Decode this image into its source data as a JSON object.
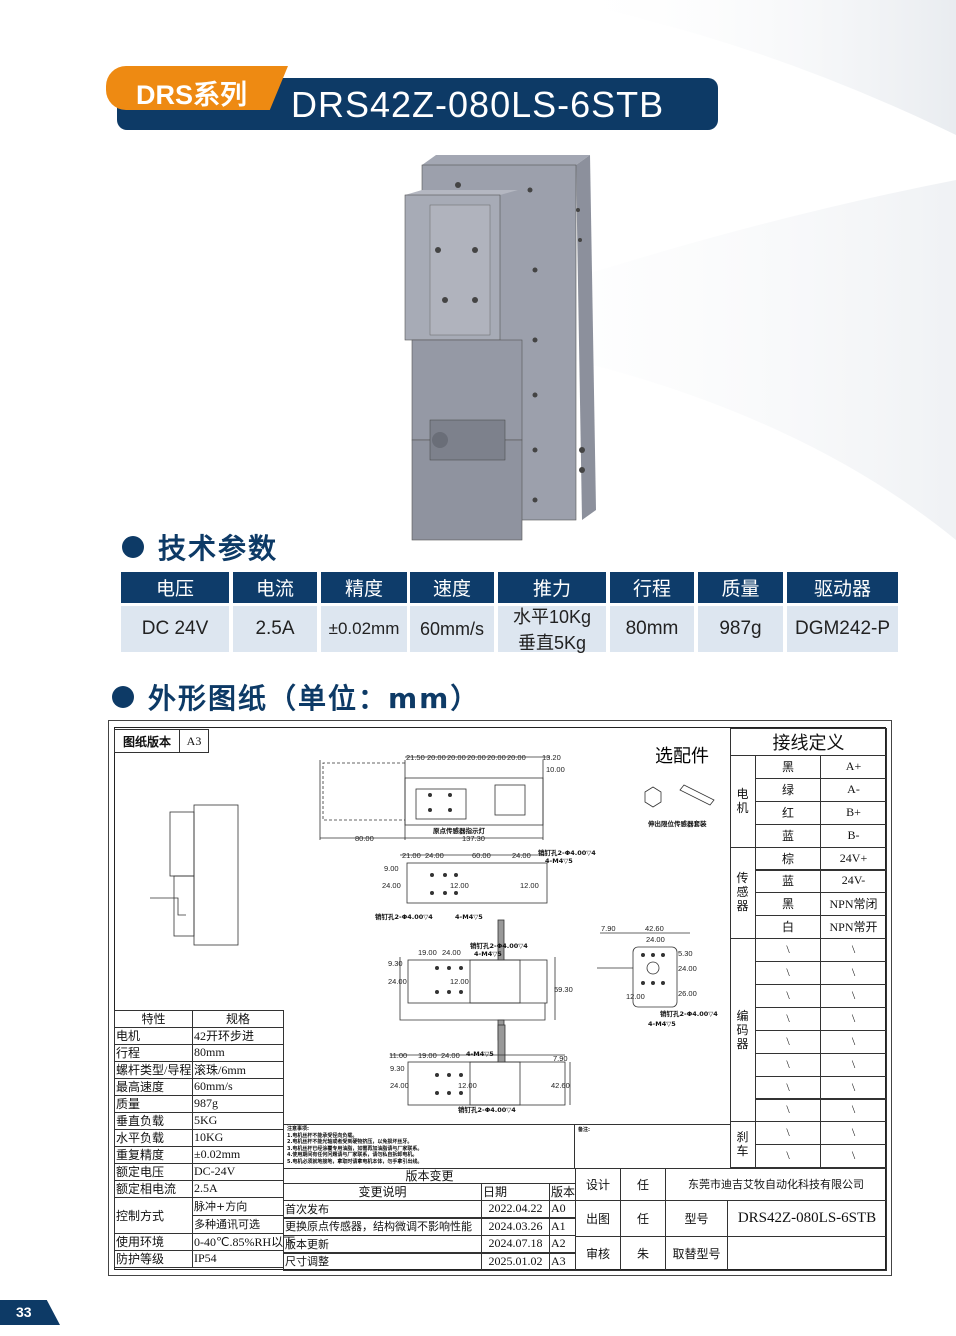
{
  "header": {
    "series_tag": "DRS系列",
    "model": "DRS42Z-080LS-6STB"
  },
  "section_specs": {
    "title": "技术参数"
  },
  "spec_table": {
    "headers": [
      "电压",
      "电流",
      "精度",
      "速度",
      "推力",
      "行程",
      "质量",
      "驱动器"
    ],
    "values": [
      "DC 24V",
      "2.5A",
      "±0.02mm",
      "60mm/s",
      "水平10Kg\n垂直5Kg",
      "80mm",
      "987g",
      "DGM242-P"
    ],
    "thrust_lines": [
      "水平10Kg",
      "垂直5Kg"
    ]
  },
  "section_drawing": {
    "title": "外形图纸（单位：mm）"
  },
  "drawing": {
    "version_label": "图纸版本",
    "version_value": "A3",
    "accessory_title": "选配件",
    "accessory_caption": "伸出限位传感器套装",
    "view1": {
      "dims": [
        "21.50",
        "20.00",
        "20.00",
        "20.00",
        "20.00",
        "20.00",
        "13.20",
        "10.00",
        "80.00",
        "137.30"
      ],
      "label": "原点传感器指示灯"
    },
    "view2": {
      "dims": [
        "21.00",
        "24.00",
        "60.00",
        "24.00",
        "9.00",
        "24.00",
        "12.00",
        "12.00"
      ],
      "labels": [
        "销钉孔2-Φ4.00▽4",
        "4-M4▽5",
        "销钉孔2-Φ4.00▽4",
        "4-M4▽5"
      ]
    },
    "view3": {
      "dims": [
        "19.00",
        "24.00",
        "9.30",
        "24.00",
        "12.00",
        "59.30"
      ],
      "labels": [
        "销钉孔2-Φ4.00▽4",
        "4-M4▽5"
      ]
    },
    "view4": {
      "dims": [
        "7.90",
        "42.60",
        "24.00",
        "5.30",
        "24.00",
        "12.00",
        "26.00"
      ],
      "labels": [
        "销钉孔2-Φ4.00▽4",
        "4-M4▽5"
      ]
    },
    "view5": {
      "dims": [
        "11.00",
        "19.00",
        "24.00",
        "9.30",
        "24.00",
        "12.00",
        "7.90",
        "42.60"
      ],
      "labels": [
        "4-M4▽5",
        "销钉孔2-Φ4.00▽4"
      ]
    }
  },
  "properties": {
    "headers": [
      "特性",
      "规格"
    ],
    "rows": [
      [
        "电机",
        "42开环步进"
      ],
      [
        "行程",
        "80mm"
      ],
      [
        "螺杆类型/导程",
        "滚珠/6mm"
      ],
      [
        "最高速度",
        "60mm/s"
      ],
      [
        "质量",
        "987g"
      ],
      [
        "垂直负载",
        "5KG"
      ],
      [
        "水平负载",
        "10KG"
      ],
      [
        "重复精度",
        "±0.02mm"
      ],
      [
        "额定电压",
        "DC-24V"
      ],
      [
        "额定相电流",
        "2.5A"
      ],
      [
        "控制方式",
        "脉冲+方向"
      ],
      [
        "",
        "多种通讯可选"
      ],
      [
        "使用环境",
        "0-40℃.85%RH以下"
      ],
      [
        "防护等级",
        "IP54"
      ]
    ]
  },
  "notes": {
    "title": "注意事项:",
    "items": [
      "1.电机丝杆不能承受径向负载。",
      "2.电机丝杆不能光轴或者受到硬物挤压，以免损坏丝牙。",
      "3.电机丝杆已经涂覆专用油脂，如需再加油脂请与厂家联系。",
      "4.使用期间有任何问题请与厂家联系，请勿私自拆卸电机。",
      "5.电机必须就地接地，拿取时请拿电机本体，勿手拿引出线。"
    ],
    "remark": "备注:"
  },
  "revisions": {
    "title": "版本变更",
    "headers": [
      "变更说明",
      "日期",
      "版本"
    ],
    "rows": [
      [
        "首次发布",
        "2022.04.22",
        "A0"
      ],
      [
        "更换原点传感器，结构微调不影响性能",
        "2024.03.26",
        "A1"
      ],
      [
        "版本更新",
        "2024.07.18",
        "A2"
      ],
      [
        "尺寸调整",
        "2025.01.02",
        "A3"
      ]
    ]
  },
  "wiring": {
    "title": "接线定义",
    "groups": [
      {
        "name": "电机",
        "rows": [
          [
            "黑",
            "A+"
          ],
          [
            "绿",
            "A-"
          ],
          [
            "红",
            "B+"
          ],
          [
            "蓝",
            "B-"
          ]
        ]
      },
      {
        "name": "传感器",
        "rows": [
          [
            "棕",
            "24V+"
          ],
          [
            "蓝",
            "24V-"
          ],
          [
            "黑",
            "NPN常闭"
          ],
          [
            "白",
            "NPN常开"
          ]
        ]
      },
      {
        "name": "编码器",
        "rows": [
          [
            "\\",
            "\\"
          ],
          [
            "\\",
            "\\"
          ],
          [
            "\\",
            "\\"
          ],
          [
            "\\",
            "\\"
          ],
          [
            "\\",
            "\\"
          ],
          [
            "\\",
            "\\"
          ],
          [
            "\\",
            "\\"
          ],
          [
            "\\",
            "\\"
          ]
        ]
      },
      {
        "name": "刹车",
        "rows": [
          [
            "\\",
            "\\"
          ],
          [
            "\\",
            "\\"
          ]
        ]
      }
    ]
  },
  "title_block": {
    "design_label": "设计",
    "design_value": "任",
    "company": "东莞市迪吉艾牧自动化科技有限公司",
    "drawn_label": "出图",
    "drawn_value": "任",
    "model_label": "型号",
    "model_value": "DRS42Z-080LS-6STB",
    "review_label": "审核",
    "review_value": "朱",
    "replace_label": "取替型号",
    "replace_value": ""
  },
  "footer": {
    "page_number": "33"
  },
  "colors": {
    "navy": "#0d3a66",
    "orange": "#ee8a12",
    "cell_bg": "#dde6f0"
  }
}
